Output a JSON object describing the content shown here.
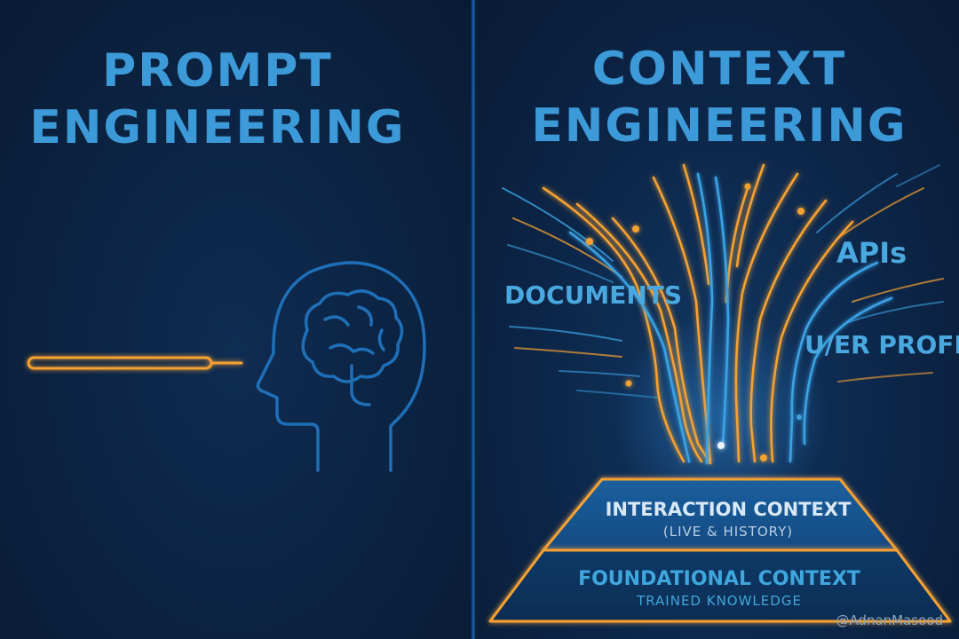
{
  "left_panel": {
    "title_line1": "PROMPT",
    "title_line2": "ENGINEERING"
  },
  "right_panel": {
    "title_line1": "CONTEXT",
    "title_line2": "ENGINEERING",
    "inputs": {
      "documents": "DOCUMENTS",
      "apis": "APIs",
      "user_profile": "U/ER PROFIE"
    },
    "pyramid": {
      "interaction": {
        "label": "INTERACTION CONTEXT",
        "sub": "(LIVE & HISTORY)"
      },
      "foundational": {
        "label": "FOUNDATIONAL CONTEXT",
        "sub": "TRAINED KNOWLEDGE"
      }
    }
  },
  "watermark": "@AdnanMasood",
  "icons": {
    "prompt_line": "prompt-line-icon",
    "head": "head-brain-icon"
  },
  "colors": {
    "background": "#0b2240",
    "title_blue": "#3d9ad8",
    "orange": "#f5a132",
    "line_blue": "#3aa2e3"
  }
}
